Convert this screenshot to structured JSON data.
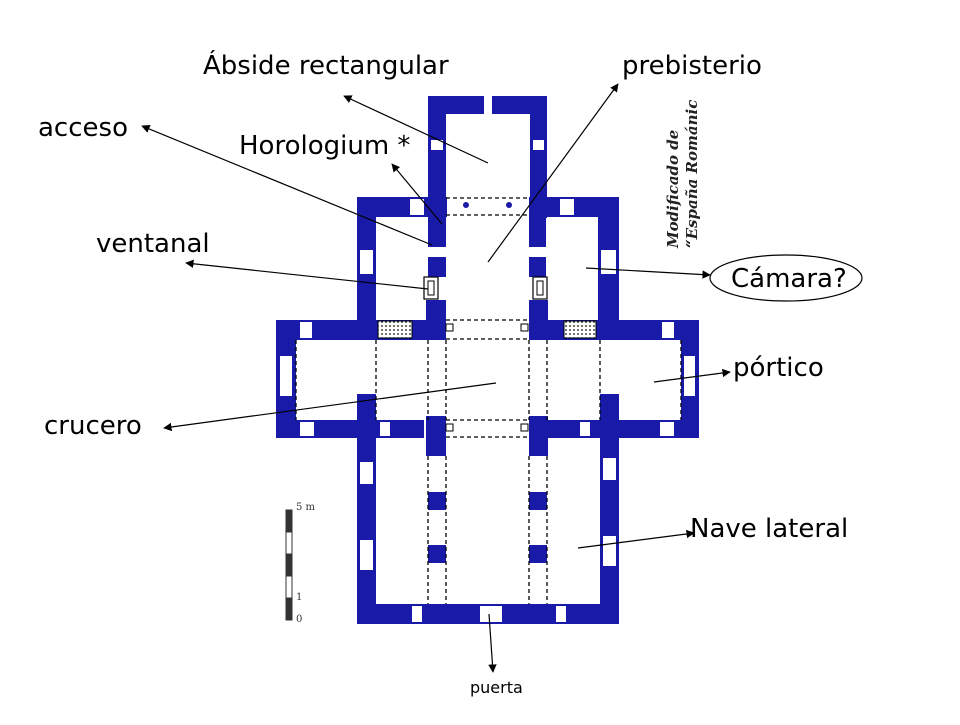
{
  "labels": {
    "abside": "Ábside rectangular",
    "prebisterio": "prebisterio",
    "acceso": "acceso",
    "horologium": "Horologium *",
    "ventanal": "ventanal",
    "camara": "Cámara?",
    "portico": "pórtico",
    "crucero": "crucero",
    "nave_lateral": "Nave lateral",
    "puerta": "puerta"
  },
  "credit": {
    "line1": "Modificado de",
    "line2": "“España Románic"
  },
  "scale": {
    "top": "5 m",
    "mid": "1",
    "bottom": "0"
  },
  "colors": {
    "wall": "#1a1aa8",
    "line": "#000000",
    "paper": "#ffffff"
  }
}
